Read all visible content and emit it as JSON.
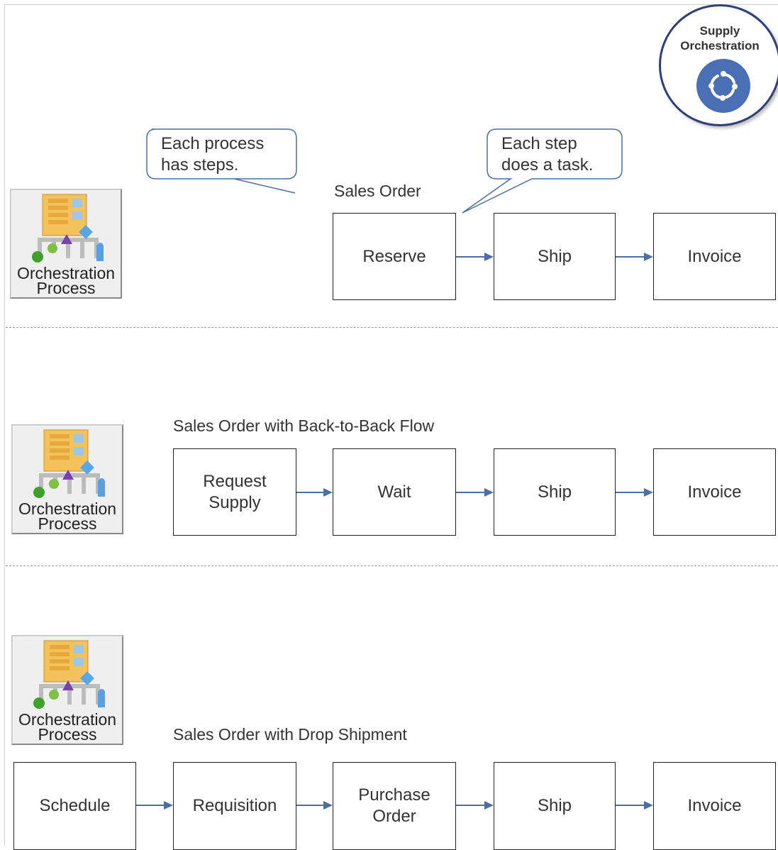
{
  "badge": {
    "label": "Supply\nOrchestration",
    "icon": "cycle-icon",
    "ring_color": "#2e3f7a",
    "disc_color": "#4a6fb5"
  },
  "callouts": {
    "process": "Each process\nhas steps.",
    "step": "Each step\ndoes a task."
  },
  "process_icon_label": "Orchestration\nProcess",
  "arrow_color": "#4a6fa5",
  "flows": [
    {
      "title": "Sales Order",
      "steps": [
        "Reserve",
        "Ship",
        "Invoice"
      ]
    },
    {
      "title": "Sales Order with Back-to-Back Flow",
      "steps": [
        "Request\nSupply",
        "Wait",
        "Ship",
        "Invoice"
      ]
    },
    {
      "title": "Sales Order with Drop Shipment",
      "steps": [
        "Schedule",
        "Requisition",
        "Purchase\nOrder",
        "Ship",
        "Invoice"
      ]
    }
  ]
}
